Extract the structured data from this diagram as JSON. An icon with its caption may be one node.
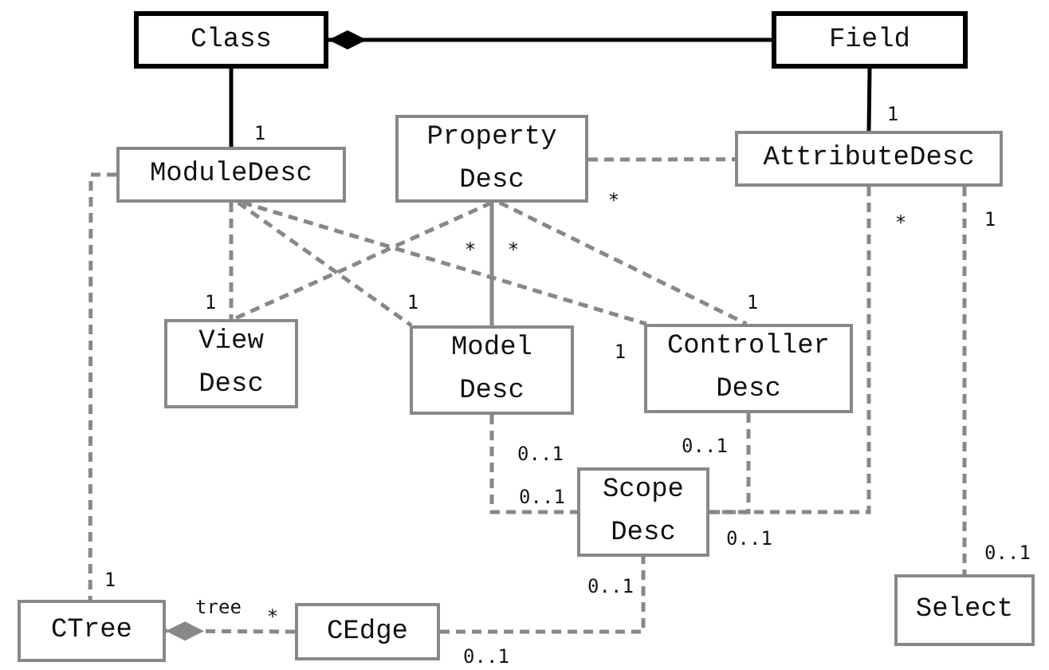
{
  "diagram": {
    "nodes": [
      {
        "text": [
          "Class"
        ]
      },
      {
        "text": [
          "Field"
        ]
      },
      {
        "text": [
          "ModuleDesc"
        ]
      },
      {
        "text": [
          "Property Desc"
        ]
      },
      {
        "text": [
          "AttributeDesc"
        ]
      },
      {
        "text": [
          "View Desc"
        ]
      },
      {
        "text": [
          "Model Desc"
        ]
      },
      {
        "text": [
          "Controller Desc"
        ]
      },
      {
        "text": [
          "Scope Desc"
        ]
      },
      {
        "text": [
          "CTree"
        ]
      },
      {
        "text": [
          "CEdge"
        ]
      },
      {
        "text": [
          "Select"
        ]
      }
    ],
    "edges": [
      {
        "from": 1,
        "to": 0,
        "arrow": "other",
        "color": "#000000"
      },
      {
        "from": 0,
        "to": 2,
        "arrow": "none",
        "color": "#000000"
      },
      {
        "from": 1,
        "to": 4,
        "arrow": "none",
        "color": "#000000"
      },
      {
        "from": 3,
        "to": 4,
        "arrow": "none",
        "style": "dashed"
      },
      {
        "from": 2,
        "to": 5,
        "arrow": "none",
        "style": "dashed"
      },
      {
        "from": 2,
        "to": 6,
        "arrow": "none",
        "style": "dashed"
      },
      {
        "from": 2,
        "to": 7,
        "arrow": "none",
        "style": "dashed"
      },
      {
        "from": 3,
        "to": 5,
        "arrow": "none",
        "style": "dashed"
      },
      {
        "from": 3,
        "to": 6,
        "arrow": "none"
      },
      {
        "from": 3,
        "to": 7,
        "arrow": "none",
        "style": "dashed"
      },
      {
        "from": 2,
        "to": 9,
        "arrow": "none",
        "style": "dashed"
      },
      {
        "from": 6,
        "to": 8,
        "arrow": "none",
        "style": "dashed"
      },
      {
        "from": 7,
        "to": 8,
        "arrow": "none",
        "style": "dashed"
      },
      {
        "from": 4,
        "to": 8,
        "arrow": "none",
        "style": "dashed"
      },
      {
        "from": 4,
        "to": 11,
        "arrow": "none",
        "style": "dashed"
      },
      {
        "from": 10,
        "to": 9,
        "arrow": "other",
        "style": "dashed"
      },
      {
        "from": 10,
        "to": 8,
        "arrow": "none",
        "style": "dashed"
      }
    ],
    "labels": [
      "1",
      "1",
      "*",
      "*",
      "1",
      "*",
      "*",
      "1",
      "1",
      "1",
      "1",
      "0..1",
      "0..1",
      "0..1",
      "0..1",
      "0..1",
      "0..1",
      "1",
      "tree",
      "*",
      "0..1"
    ]
  }
}
